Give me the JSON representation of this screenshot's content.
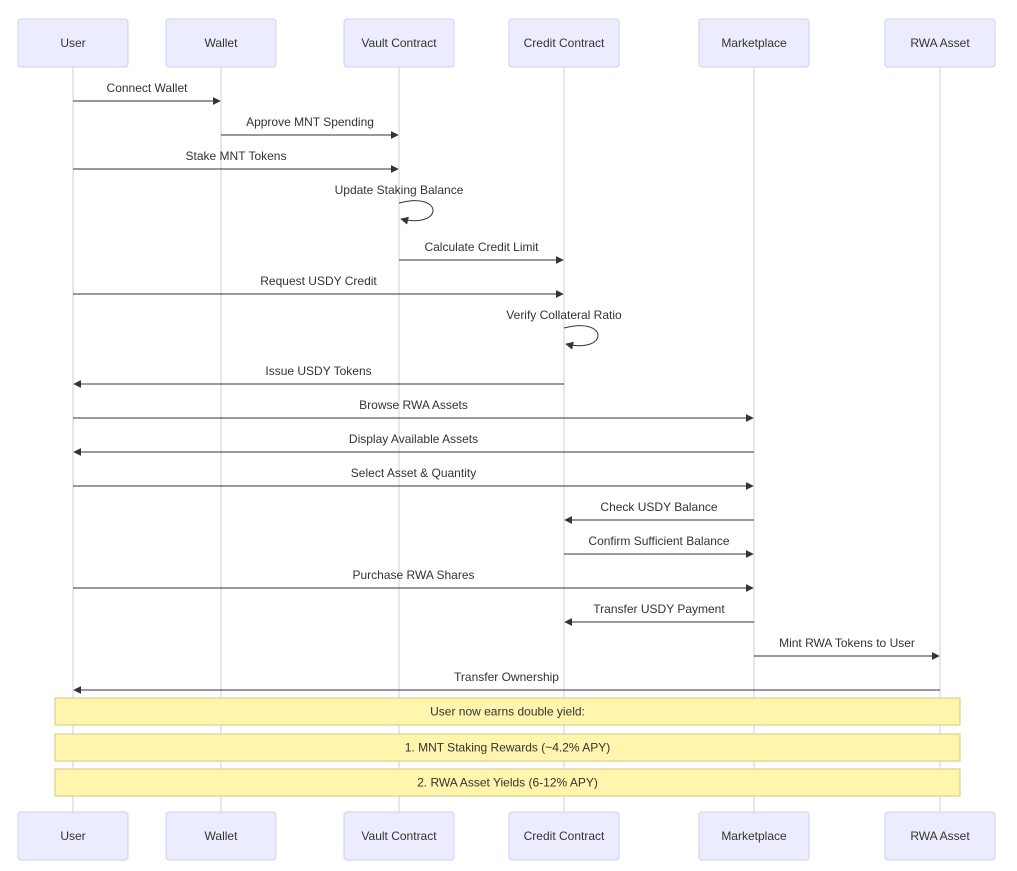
{
  "participants": [
    {
      "id": "user",
      "label": "User"
    },
    {
      "id": "wallet",
      "label": "Wallet"
    },
    {
      "id": "vault",
      "label": "Vault Contract"
    },
    {
      "id": "credit",
      "label": "Credit Contract"
    },
    {
      "id": "market",
      "label": "Marketplace"
    },
    {
      "id": "rwa",
      "label": "RWA Asset"
    }
  ],
  "messages": [
    {
      "from": "user",
      "to": "wallet",
      "label": "Connect Wallet"
    },
    {
      "from": "wallet",
      "to": "vault",
      "label": "Approve MNT Spending"
    },
    {
      "from": "user",
      "to": "vault",
      "label": "Stake MNT Tokens"
    },
    {
      "from": "vault",
      "to": "vault",
      "label": "Update Staking Balance"
    },
    {
      "from": "vault",
      "to": "credit",
      "label": "Calculate Credit Limit"
    },
    {
      "from": "user",
      "to": "credit",
      "label": "Request USDY Credit"
    },
    {
      "from": "credit",
      "to": "credit",
      "label": "Verify Collateral Ratio"
    },
    {
      "from": "credit",
      "to": "user",
      "label": "Issue USDY Tokens"
    },
    {
      "from": "user",
      "to": "market",
      "label": "Browse RWA Assets"
    },
    {
      "from": "market",
      "to": "user",
      "label": "Display Available Assets"
    },
    {
      "from": "user",
      "to": "market",
      "label": "Select Asset & Quantity"
    },
    {
      "from": "market",
      "to": "credit",
      "label": "Check USDY Balance"
    },
    {
      "from": "credit",
      "to": "market",
      "label": "Confirm Sufficient Balance"
    },
    {
      "from": "user",
      "to": "market",
      "label": "Purchase RWA Shares"
    },
    {
      "from": "market",
      "to": "credit",
      "label": "Transfer USDY Payment"
    },
    {
      "from": "market",
      "to": "rwa",
      "label": "Mint RWA Tokens to User"
    },
    {
      "from": "rwa",
      "to": "user",
      "label": "Transfer Ownership"
    }
  ],
  "notes": [
    "User now earns double yield:",
    "1. MNT Staking Rewards (~4.2% APY)",
    "2. RWA Asset Yields (6-12% APY)"
  ],
  "colors": {
    "actor_fill": "#ececff",
    "actor_border": "#cfcff5",
    "lifeline": "#cfcfe8",
    "message": "#333333",
    "note_fill": "#fff5ad",
    "note_border": "#d6c97a"
  }
}
